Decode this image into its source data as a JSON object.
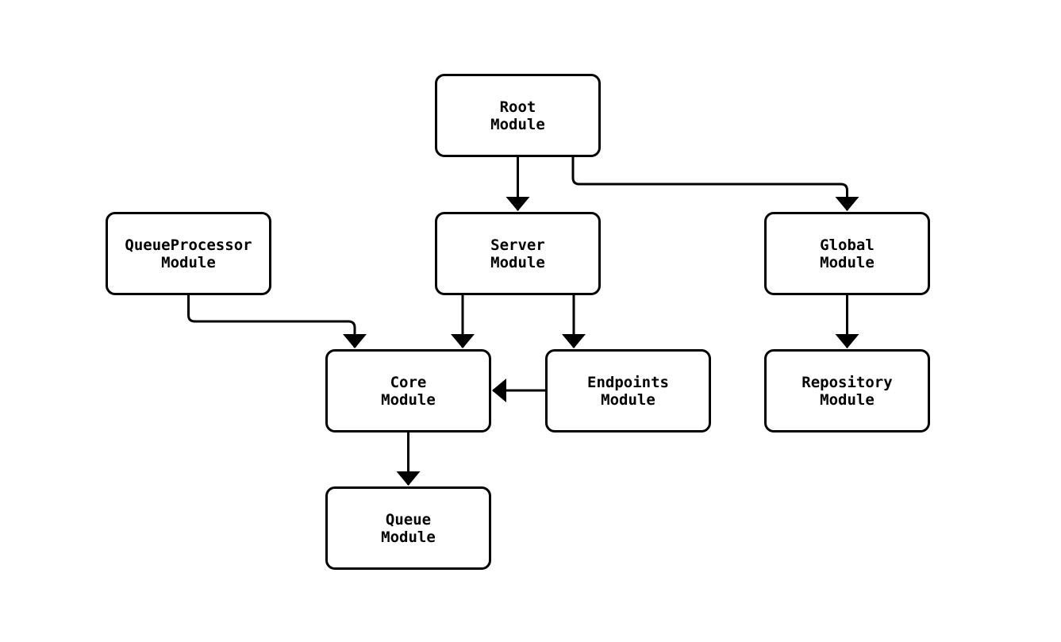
{
  "diagram": {
    "type": "module-dependency-graph",
    "background_color": "#ffffff",
    "node_fill_color": "#ffffff",
    "node_border_color": "#000000",
    "edge_color": "#000000",
    "text_color": "#000000",
    "nodes": [
      {
        "id": "root",
        "label": "Root\nModule"
      },
      {
        "id": "queueprocessor",
        "label": "QueueProcessor\nModule"
      },
      {
        "id": "server",
        "label": "Server\nModule"
      },
      {
        "id": "global",
        "label": "Global\nModule"
      },
      {
        "id": "core",
        "label": "Core\nModule"
      },
      {
        "id": "endpoints",
        "label": "Endpoints\nModule"
      },
      {
        "id": "repository",
        "label": "Repository\nModule"
      },
      {
        "id": "queue",
        "label": "Queue\nModule"
      }
    ],
    "edges": [
      {
        "from": "root",
        "to": "server"
      },
      {
        "from": "root",
        "to": "global"
      },
      {
        "from": "queueprocessor",
        "to": "core"
      },
      {
        "from": "server",
        "to": "core"
      },
      {
        "from": "server",
        "to": "endpoints"
      },
      {
        "from": "global",
        "to": "repository"
      },
      {
        "from": "endpoints",
        "to": "core"
      },
      {
        "from": "core",
        "to": "queue"
      }
    ]
  }
}
